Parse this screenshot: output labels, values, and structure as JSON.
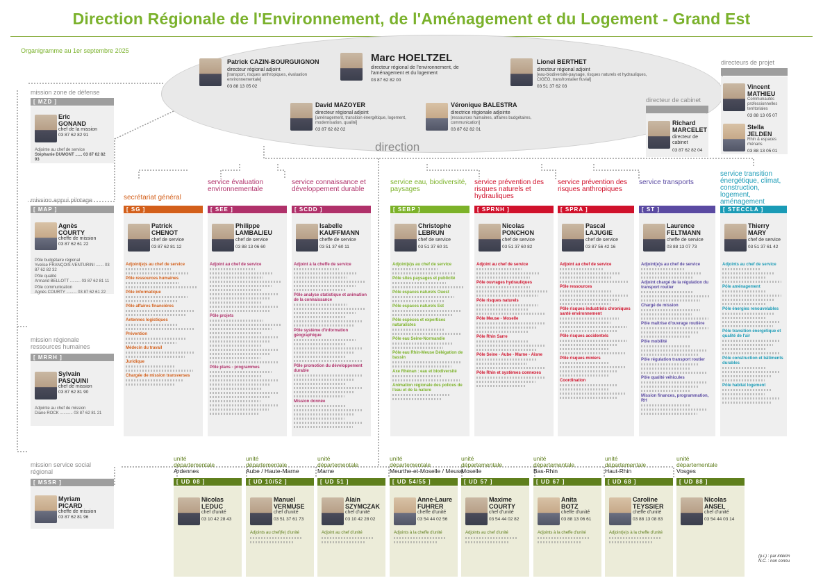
{
  "title": "Direction Régionale de l'Environnement, de l'Aménagement et du Logement - Grand Est",
  "date": "Organigramme au 1er septembre 2025",
  "direction": {
    "label": "direction",
    "chief": {
      "name_first": "Marc",
      "name_last": "HOELTZEL",
      "role": "directeur régional de l'environnement, de l'aménagement et du logement",
      "tel": "03 87 62 82 00"
    },
    "adj1": {
      "name": "Patrick CAZIN-BOURGUIGNON",
      "role": "directeur régional adjoint",
      "sub": "[transport, risques anthropiques, évaluation environnementale]",
      "tel": "03 88 13 05 02"
    },
    "adj2": {
      "name": "Lionel BERTHET",
      "role": "directeur régional adjoint",
      "sub": "[eau-biodiversité-paysage, risques naturels et hydrauliques, CIGEO, transfrontalier fluvial]",
      "tel": "03 51 37 62 03"
    },
    "adj3": {
      "name": "David MAZOYER",
      "role": "directeur régional adjoint",
      "sub": "[aménagement, transition énergétique, logement, modernisation, qualité]",
      "tel": "03 87 62 82 02"
    },
    "adj4": {
      "name": "Véronique BALESTRA",
      "role": "directrice régionale adjointe",
      "sub": "[ressources humaines, affaires budgétaires, communication]",
      "tel": "03 87 62 82 01"
    }
  },
  "cabinet": {
    "head": "directeur de cabinet",
    "first": "Richard",
    "last": "MARCELET",
    "role": "directeur de cabinet",
    "tel": "03 87 62 82 04"
  },
  "projets": {
    "head": "directeurs de projet",
    "p1": {
      "first": "Vincent",
      "last": "MATHIEU",
      "role": "Communautés professionnelles territoriales",
      "tel": "03 88 13 05 07"
    },
    "p2": {
      "first": "Stella",
      "last": "JELDEN",
      "role": "Rhin & espaces rhénans",
      "tel": "03 88 13 05 01"
    }
  },
  "missions": [
    {
      "head": "mission zone de défense",
      "tag": "[ MZD ]",
      "first": "Eric",
      "last": "GONAND",
      "role": "chef de la mission",
      "tel": "03 87 62 82 91",
      "extra": [
        "Adjointe au chef de service",
        "Stéphanie DUMONT ...... 03 87 62 82 93"
      ]
    },
    {
      "head": "mission appui pilotage",
      "tag": "[ MAP ]",
      "first": "Agnès",
      "last": "COURTY",
      "role": "cheffe de mission",
      "tel": "03 87 62 61 22",
      "extra": [
        "Pôle budgétaire régional",
        "Yvelise FRANÇOIS-VENTURINI ....... 03 87 62 82 32",
        "Pôle qualité",
        "Armand BELLOTT ......... 03 87 62 81 11",
        "Pôle communication",
        "Agnès COURTY ......... 03 87 62 61 22"
      ]
    },
    {
      "head": "mission régionale ressources humaines",
      "tag": "[ MRRH ]",
      "first": "Sylvain",
      "last": "PASQUINI",
      "role": "chef de mission",
      "tel": "03 87 62 81 90",
      "extra": [
        "Adjointe au chef de mission",
        "Diane ROCK ........... 03 87 62 81 21"
      ]
    },
    {
      "head": "mission service social régional",
      "tag": "[ MSSR ]",
      "first": "Myriam",
      "last": "PICARD",
      "role": "cheffe de mission",
      "tel": "03 87 62 81 96",
      "extra": []
    }
  ],
  "services": [
    {
      "title": "secrétariat général",
      "tag": "[ SG ]",
      "color": "#d35f1a",
      "first": "Patrick",
      "last": "CHENOT",
      "role": "chef de service",
      "tel": "03 87 62 81 12",
      "sections": [
        "Adjoint(e)s au chef de service",
        "Pôle ressources humaines",
        "Pôle informatique",
        "Pôle affaires financières",
        "Antennes logistiques",
        "Prévention",
        "Médecin du travail",
        "Juridique",
        "Chargée de mission transverses"
      ]
    },
    {
      "title": "service évaluation environnementale",
      "tag": "[ SEE ]",
      "color": "#b0316a",
      "first": "Philippe",
      "last": "LAMBALIEU",
      "role": "chef de service",
      "tel": "03 88 13 06 60",
      "sections": [
        "Adjoint au chef de service",
        "Pôle projets",
        "Pôle plans - programmes"
      ]
    },
    {
      "title": "service connaissance et développement durable",
      "tag": "[ SCDD ]",
      "color": "#b0316a",
      "first": "Isabelle",
      "last": "KAUFFMANN",
      "role": "cheffe de service",
      "tel": "03 51 37 60 11",
      "sections": [
        "Adjoint à la cheffe de service",
        "Pôle analyse statistique et animation de la connaissance",
        "Pôle système d'information géographique",
        "Pôle promotion du développement durable",
        "Mission donnée"
      ]
    },
    {
      "title": "service eau, biodiversité, paysages",
      "tag": "[ SEBP ]",
      "color": "#7cb229",
      "first": "Christophe",
      "last": "LEBRUN",
      "role": "chef de service",
      "tel": "03 51 37 60 31",
      "sections": [
        "Adjoint(e)s au chef de service",
        "Pôle sites paysages et publicité",
        "Pôle espaces naturels Ouest",
        "Pôle espaces naturels Est",
        "Pôle espèces et expertises naturalistes",
        "Pôle eau Seine-Normandie",
        "Pôle eau Rhin-Meuse Délégation de bassin",
        "Axe Rhénan : eau et biodiversité",
        "Animation régionale des polices de l'eau et de la nature"
      ]
    },
    {
      "title": "service prévention des risques naturels et hydrauliques",
      "tag": "[ SPRNH ]",
      "color": "#d0112b",
      "first": "Nicolas",
      "last": "PONCHON",
      "role": "chef de service",
      "tel": "03 51 37 60 82",
      "sections": [
        "Adjoint au chef de service",
        "Pôle ouvrages hydrauliques",
        "Pôle risques naturels",
        "Pôle Meuse - Moselle",
        "Pôle Rhin Sarre",
        "Pôle Seine - Aube - Marne - Aisne",
        "Pôle Rhin et systèmes connexes"
      ]
    },
    {
      "title": "service prévention des risques anthropiques",
      "tag": "[ SPRA ]",
      "color": "#d0112b",
      "first": "Pascal",
      "last": "LAJUGIE",
      "role": "chef de service",
      "tel": "03 87 56 42 16",
      "sections": [
        "Adjoint au chef de service",
        "Pôle ressources",
        "Pôle risques industriels chroniques santé environnement",
        "Pôle risques accidentels",
        "Pôle risques miniers",
        "Coordination"
      ]
    },
    {
      "title": "service transports",
      "tag": "[ ST ]",
      "color": "#5a4aa2",
      "first": "Laurence",
      "last": "FELTMANN",
      "role": "cheffe de service",
      "tel": "03 88 13 07 73",
      "sections": [
        "Adjoint(e)s au chef de service",
        "Adjoint chargé de la régulation du transport routier",
        "Chargé de mission",
        "Pôle maîtrise d'ouvrage routière",
        "Pôle mobilité",
        "Pôle régulation transport routier",
        "Pôle qualité véhicules",
        "Mission finances, programmation, RH"
      ]
    },
    {
      "title": "service transition énergétique, climat, construction, logement, aménagement",
      "tag": "[ STECCLA ]",
      "color": "#1a9bb6",
      "first": "Thierry",
      "last": "MARY",
      "role": "chef de service",
      "tel": "03 51 37 61 42",
      "sections": [
        "Adjoints au chef de service",
        "Pôle aménagement",
        "Pôle énergies renouvelables",
        "Pôle transition énergétique et qualité de l'air",
        "Pôle construction et bâtiments durables",
        "Pôle habitat logement"
      ]
    }
  ],
  "unites": [
    {
      "prefix": "unité départementale",
      "dept": "Ardennes",
      "tag": "[ UD 08 ]",
      "first": "Nicolas",
      "last": "LEDUC",
      "role": "chef d'unité",
      "tel": "03 10 42 28 43",
      "extra": []
    },
    {
      "prefix": "unité départementale",
      "dept": "Aube / Haute-Marne",
      "tag": "[ UD 10/52 ]",
      "first": "Manuel",
      "last": "VERMUSE",
      "role": "chef d'unité",
      "tel": "03 51 37 61 73",
      "extra": [
        "Adjoints au chef(fe) d'unité"
      ]
    },
    {
      "prefix": "unité départementale",
      "dept": "Marne",
      "tag": "[ UD 51 ]",
      "first": "Alain",
      "last": "SZYMCZAK",
      "role": "chef d'unité",
      "tel": "03 10 42 28 02",
      "extra": [
        "Adjoint au chef d'unité"
      ]
    },
    {
      "prefix": "unité départementale",
      "dept": "Meurthe-et-Moselle / Meuse",
      "tag": "[ UD 54/55 ]",
      "first": "Anne-Laure",
      "last": "FUHRER",
      "role": "cheffe d'unité",
      "tel": "03 54 44 02 56",
      "extra": [
        "Adjoints à la cheffe d'unité"
      ]
    },
    {
      "prefix": "unité départementale",
      "dept": "Moselle",
      "tag": "[ UD 57 ]",
      "first": "Maxime",
      "last": "COURTY",
      "role": "chef d'unité",
      "tel": "03 54 44 02 82",
      "extra": [
        "Adjoints au chef d'unité"
      ]
    },
    {
      "prefix": "unité départementale",
      "dept": "Bas-Rhin",
      "tag": "[ UD 67 ]",
      "first": "Anita",
      "last": "BOTZ",
      "role": "cheffe d'unité",
      "tel": "03 88 13 06 61",
      "extra": [
        "Adjoints à la cheffe d'unité"
      ]
    },
    {
      "prefix": "unité départementale",
      "dept": "Haut-Rhin",
      "tag": "[ UD 68 ]",
      "first": "Caroline",
      "last": "TEYSSIER",
      "role": "cheffe d'unité",
      "tel": "03 88 13 08 83",
      "extra": [
        "Adjoint(e)s à la cheffe d'unité"
      ]
    },
    {
      "prefix": "unité départementale",
      "dept": "Vosges",
      "tag": "[ UD 88 ]",
      "first": "Nicolas",
      "last": "ANSEL",
      "role": "chef d'unité",
      "tel": "03 54 44 03 14",
      "extra": []
    }
  ],
  "legend": [
    "(p.i.) : par intérim",
    "N.C. : non connu"
  ],
  "colors": {
    "title_green": "#7ab12b",
    "ud_green": "#5f7f1c",
    "grey": "#9e9e9e"
  }
}
